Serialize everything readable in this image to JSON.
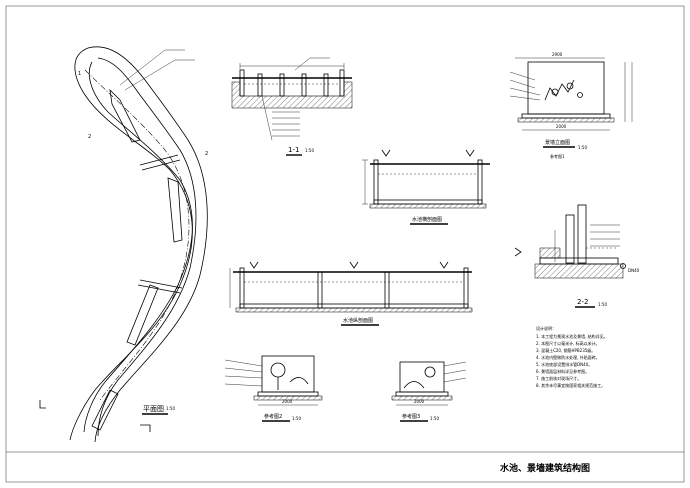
{
  "sheet_title": "水池、景墙建筑结构图",
  "views": {
    "plan": {
      "title": "平面图",
      "scale": "1:50"
    },
    "section_1": {
      "title": "1-1",
      "scale": "1:50"
    },
    "section_2": {
      "title": "2-2",
      "scale": "1:50"
    },
    "cross_section": {
      "title": "水池横剖面图"
    },
    "long_section": {
      "title": "水池纵剖面图"
    },
    "wall_elevation": {
      "title": "景墙立面图",
      "ref": "参考图1",
      "scale": "1:50"
    },
    "ref2": {
      "title": "参考图2",
      "scale": "1:50"
    },
    "ref3": {
      "title": "参考图3",
      "scale": "1:50"
    }
  },
  "plan_markers": [
    "1",
    "2",
    "2"
  ],
  "dims": {
    "wall_top_width": "2900",
    "wall_bottom_width": "2000",
    "ref2_width": "2000",
    "ref3_width": "2000",
    "pipe": "DN40"
  },
  "notes": {
    "heading": "设计说明：",
    "lines": [
      "1. 本工程为景观水池及景墙, 结构详见。",
      "2. 本图尺寸以毫米计, 标高以米计。",
      "3. 混凝土C20, 钢筋HPB235级。",
      "4. 水池内壁做防水处理, 外贴面砖。",
      "5. 水池底部设置排水管DN40。",
      "6. 景墙面层材料详见参考图。",
      "7. 施工前核对现场尺寸。",
      "8. 其余未尽事宜按国家相关规范施工。"
    ]
  }
}
